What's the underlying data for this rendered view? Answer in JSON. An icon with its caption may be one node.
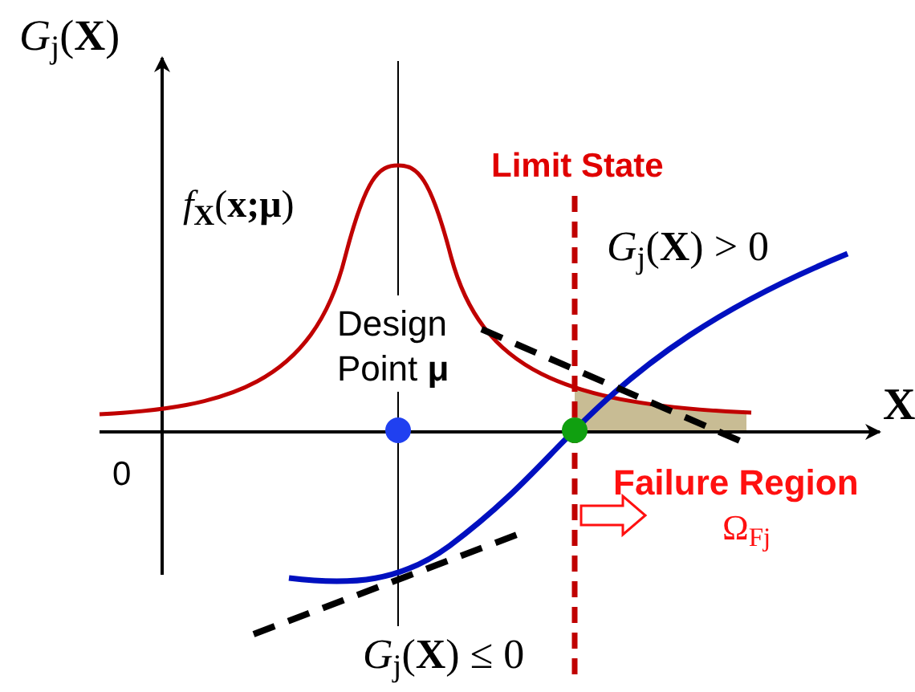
{
  "diagram": {
    "labels": [
      "*G*$_{j}$(**X**)",
      "Limit State",
      "*f*$_{X}$(**x;μ**)",
      "*G*$_{j}$(**X**) > 0",
      "Design Point **μ**",
      "**X**",
      "0",
      "Failure Region",
      "Ω$_{Fj}$",
      "*G*$_{j}$(**X**) ≤ 0"
    ]
  }
}
